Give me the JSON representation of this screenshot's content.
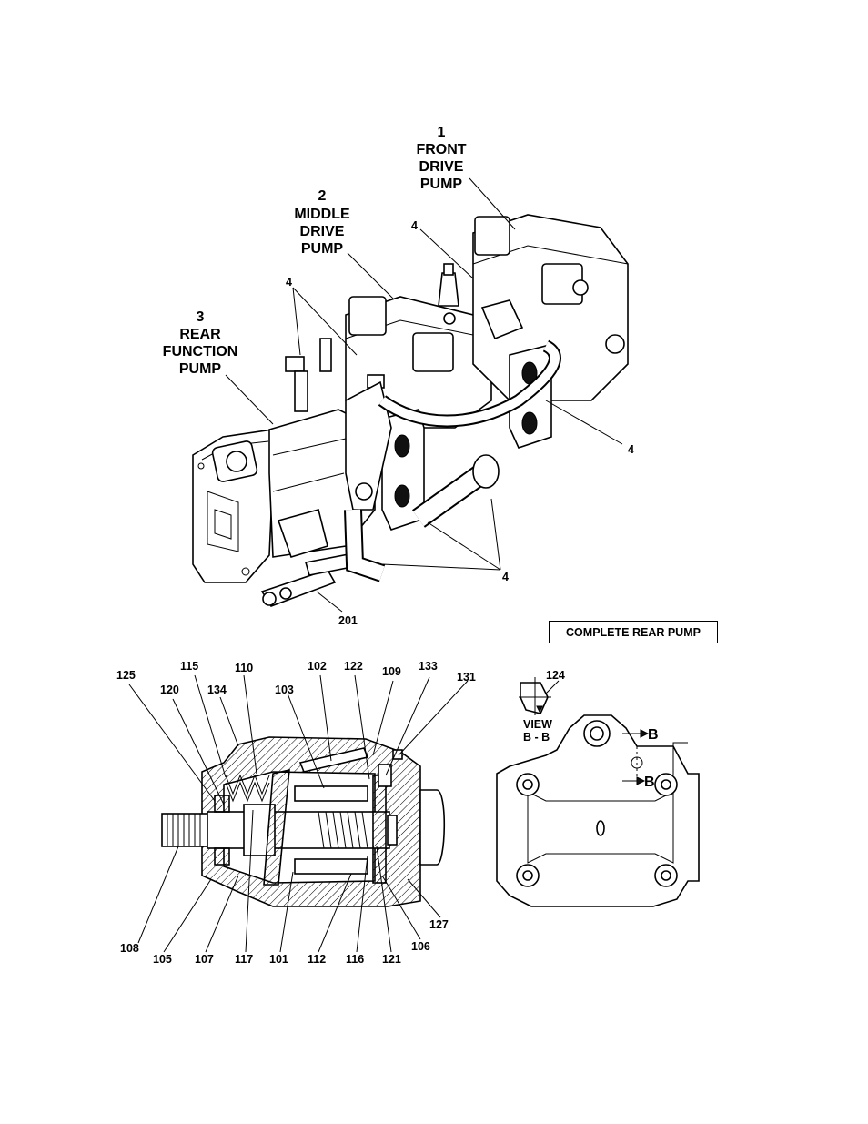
{
  "callouts_main": {
    "front": {
      "num": "1",
      "line1": "FRONT",
      "line2": "DRIVE",
      "line3": "PUMP"
    },
    "middle": {
      "num": "2",
      "line1": "MIDDLE",
      "line2": "DRIVE",
      "line3": "PUMP"
    },
    "rear": {
      "num": "3",
      "line1": "REAR",
      "line2": "FUNCTION",
      "line3": "PUMP"
    },
    "hose_a": "4",
    "hose_b": "4",
    "hose_c": "4",
    "hose_d": "4",
    "fitting": "201"
  },
  "box_label": "COMPLETE REAR PUMP",
  "section_view": {
    "top_labels": [
      "125",
      "120",
      "115",
      "134",
      "110",
      "103",
      "102",
      "122",
      "109",
      "133",
      "131"
    ],
    "bottom_labels": [
      "108",
      "105",
      "107",
      "117",
      "101",
      "112",
      "116",
      "121",
      "106",
      "127"
    ]
  },
  "end_view": {
    "part": "124",
    "view_line1": "VIEW",
    "view_line2": "B - B",
    "marker_top": "B",
    "marker_bottom": "B"
  }
}
